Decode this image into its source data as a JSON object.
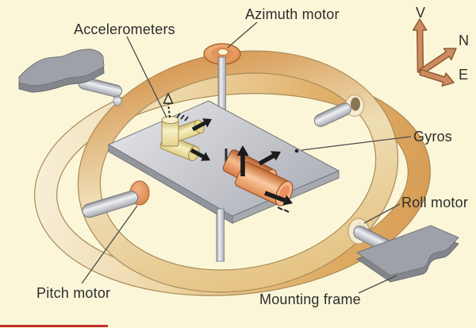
{
  "labels": {
    "accelerometers": "Accelerometers",
    "azimuth_motor": "Azimuth motor",
    "gyros": "Gyros",
    "roll_motor": "Roll motor",
    "mounting_frame": "Mounting frame",
    "pitch_motor": "Pitch motor"
  },
  "axes": {
    "vertical": "V",
    "north": "N",
    "east": "E"
  },
  "colors": {
    "background": "#fbf6d8",
    "gimbal_ring_copper": "#dba05c",
    "gimbal_ring_pale": "#f7eed8",
    "platform_gray": "#c6c8ce",
    "gyro_orange": "#ed9663",
    "accelerometer_yellow": "#f2e7ae",
    "motor_hub_orange": "#e8975c",
    "sense_arrow_black": "#1c1c1c",
    "compass_arrow_copper": "#cd8c5f",
    "label_text": "#2d2d2d",
    "accent_line_red": "#c23028"
  }
}
